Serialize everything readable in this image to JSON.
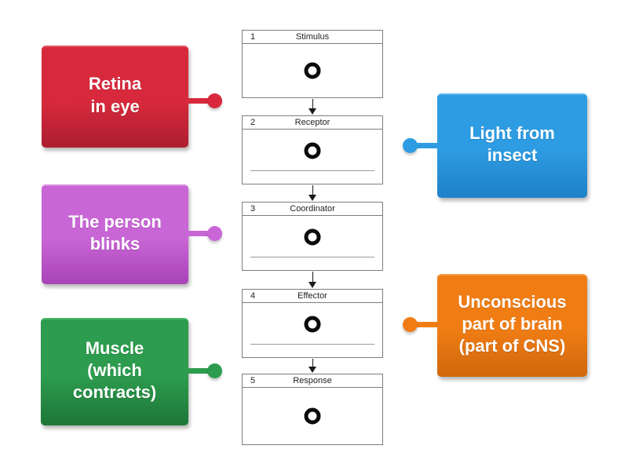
{
  "canvas": {
    "background": "#ffffff"
  },
  "flow": {
    "slot_icon": "circle-outline-marker",
    "arrow_icon": "arrow-down",
    "steps": [
      {
        "number": "1",
        "title": "Stimulus",
        "has_answer_line": false
      },
      {
        "number": "2",
        "title": "Receptor",
        "has_answer_line": true
      },
      {
        "number": "3",
        "title": "Coordinator",
        "has_answer_line": true
      },
      {
        "number": "4",
        "title": "Effector",
        "has_answer_line": true
      },
      {
        "number": "5",
        "title": "Response",
        "has_answer_line": false
      }
    ]
  },
  "cards": [
    {
      "text": "Retina\nin eye",
      "side": "left",
      "color": "#d8293c",
      "dark": "#b01f31",
      "light": "#e25a68"
    },
    {
      "text": "The person\nblinks",
      "side": "left",
      "color": "#c966d6",
      "dark": "#ab46ba",
      "light": "#d98ae3"
    },
    {
      "text": "Muscle\n(which\ncontracts)",
      "side": "left",
      "color": "#2d9c4e",
      "dark": "#1e7939",
      "light": "#48b867"
    },
    {
      "text": "Light from\ninsect",
      "side": "right",
      "color": "#2e9ce2",
      "dark": "#1f83c9",
      "light": "#5cb4ec"
    },
    {
      "text": "Unconscious\npart of brain\n(part of CNS)",
      "side": "right",
      "color": "#f07d14",
      "dark": "#d2690d",
      "light": "#f59d4c"
    }
  ]
}
